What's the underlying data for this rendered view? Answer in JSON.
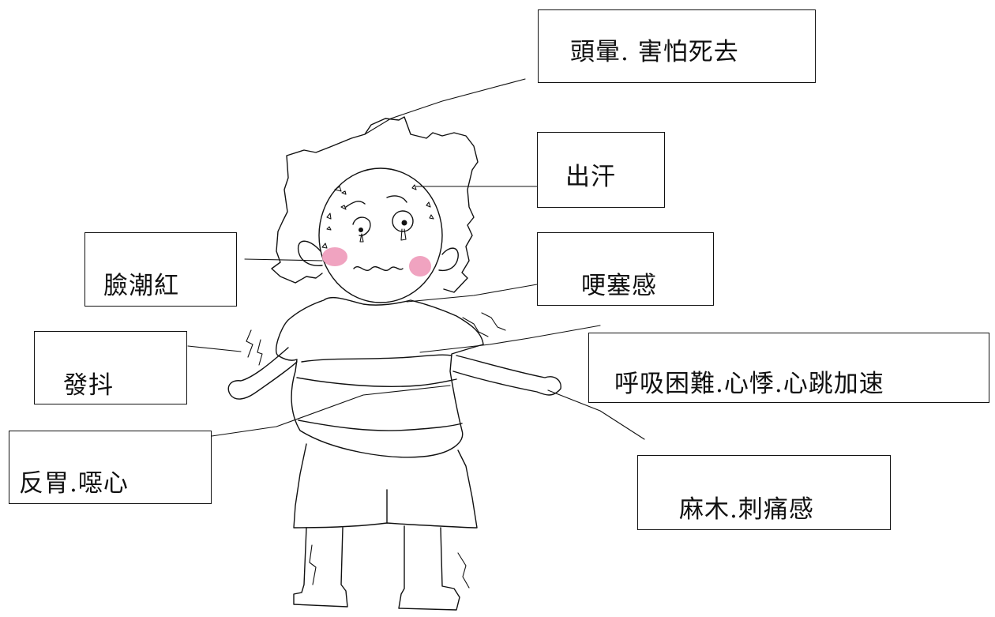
{
  "labels": {
    "dizzy": "頭暈. 害怕死去",
    "sweat": "出汗",
    "flush": "臉潮紅",
    "choke": "哽塞感",
    "tremble": "發抖",
    "breath": "呼吸困難.心悸.心跳加速",
    "nausea": "反胃.噁心",
    "numb": "麻木.刺痛感"
  },
  "colors": {
    "line": "#111111",
    "blush": "#f0a3c0",
    "background": "#ffffff"
  }
}
